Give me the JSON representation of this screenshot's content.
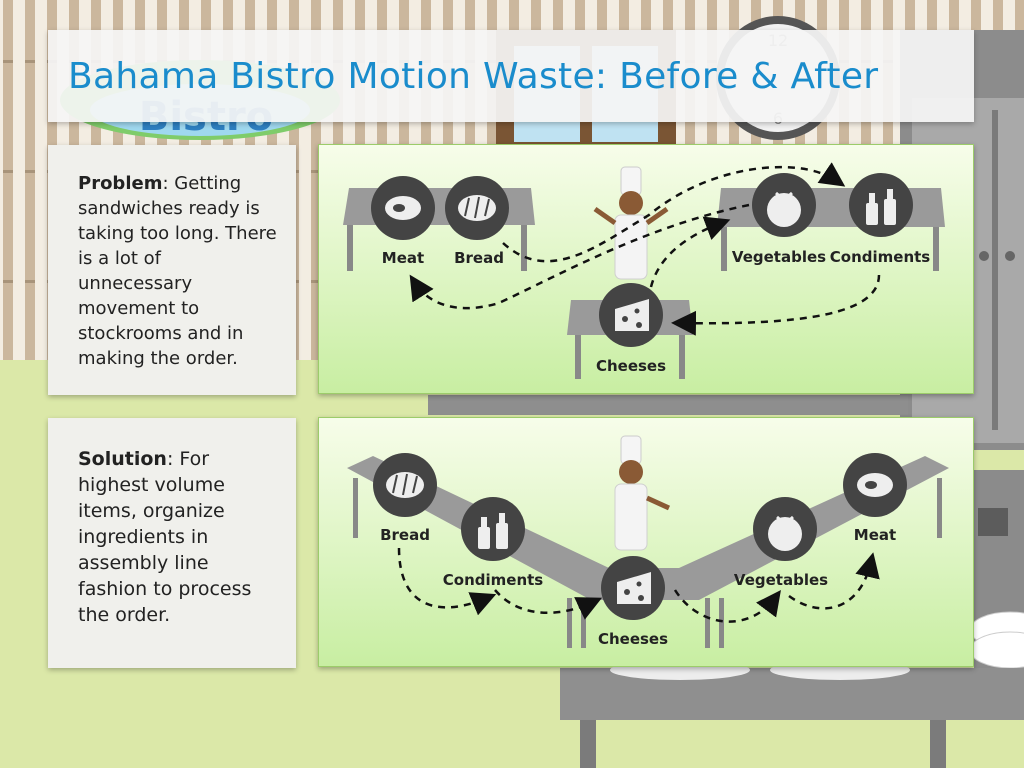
{
  "title": "Bahama Bistro Motion Waste: Before & After",
  "logo_text": "Bistro",
  "clock": {
    "top": "12",
    "bottom": "6"
  },
  "problem": {
    "heading": "Problem",
    "text": ": Getting sandwiches ready is taking too long. There is a lot of unnecessary movement to stockrooms and in making the order."
  },
  "solution": {
    "heading": "Solution",
    "text": ": For highest volume items, organize ingredients in assembly line fashion to process the order."
  },
  "before": {
    "meat": "Meat",
    "bread": "Bread",
    "vegetables": "Vegetables",
    "condiments": "Condiments",
    "cheeses": "Cheeses"
  },
  "after": {
    "bread": "Bread",
    "condiments": "Condiments",
    "cheeses": "Cheeses",
    "vegetables": "Vegetables",
    "meat": "Meat"
  },
  "colors": {
    "title": "#1a8ccc",
    "icon_circle": "#444444",
    "panel_top": "#f7fdea",
    "panel_bottom": "#c8eea2"
  }
}
